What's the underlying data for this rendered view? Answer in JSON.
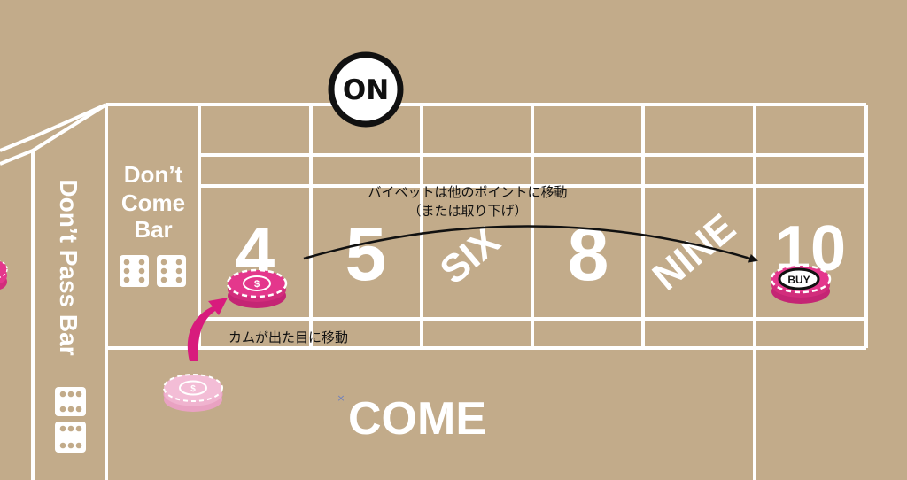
{
  "colors": {
    "felt": "#c2ab8a",
    "line": "#ffffff",
    "chip_magenta": "#e4378c",
    "chip_pink": "#f0b3cf",
    "arrow_magenta": "#d81b7d",
    "ink": "#111111"
  },
  "puck": {
    "label": "ON"
  },
  "dont_come_bar": {
    "lines": [
      "Don’t",
      "Come",
      "Bar"
    ]
  },
  "dont_pass_bar": {
    "label": "Don’t Pass Bar"
  },
  "points": [
    {
      "label": "4",
      "style": "upright"
    },
    {
      "label": "5",
      "style": "upright"
    },
    {
      "label": "SIX",
      "style": "rotated"
    },
    {
      "label": "8",
      "style": "upright"
    },
    {
      "label": "NINE",
      "style": "rotated"
    },
    {
      "label": "10",
      "style": "upright"
    }
  ],
  "come": {
    "label": "COME"
  },
  "annotations": {
    "buy_move_line1": "バイベットは他のポイントに移動",
    "buy_move_line2": "（または取り下げ）",
    "come_move": "カムが出た目に移動"
  },
  "chips": {
    "dollar_symbol": "$",
    "buy_label": "BUY"
  },
  "icons": {
    "dice": "dice-pair-icon",
    "chip": "casino-chip-icon",
    "arrow": "curved-arrow-icon"
  }
}
